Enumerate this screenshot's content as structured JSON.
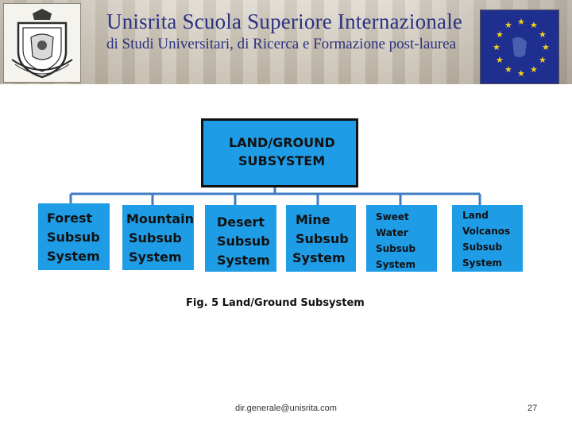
{
  "header": {
    "title": "Unisrita  Scuola Superiore Internazionale",
    "subtitle": "di Studi Universitari, di Ricerca e Formazione post-laurea"
  },
  "diagram": {
    "root": {
      "line1": "LAND/GROUND",
      "line2": "SUBSYSTEM"
    },
    "children": [
      {
        "lines": [
          "Forest",
          "Subsub",
          "System"
        ]
      },
      {
        "lines": [
          "Mountain",
          "Subsub",
          "System"
        ]
      },
      {
        "lines": [
          "Desert",
          "Subsub",
          "System"
        ]
      },
      {
        "lines": [
          "Mine",
          "Subsub",
          "System"
        ]
      },
      {
        "lines": [
          "Sweet",
          "Water",
          "Subsub",
          "System"
        ]
      },
      {
        "lines": [
          "Land",
          "Volcanos",
          "Subsub",
          "System"
        ]
      }
    ],
    "box_color": "#1e9ce6",
    "connector_color": "#3f7cc4"
  },
  "caption": "Fig. 5 Land/Ground Subsystem",
  "footer": {
    "email": "dir.generale@unisrita.com",
    "page_number": "27"
  }
}
